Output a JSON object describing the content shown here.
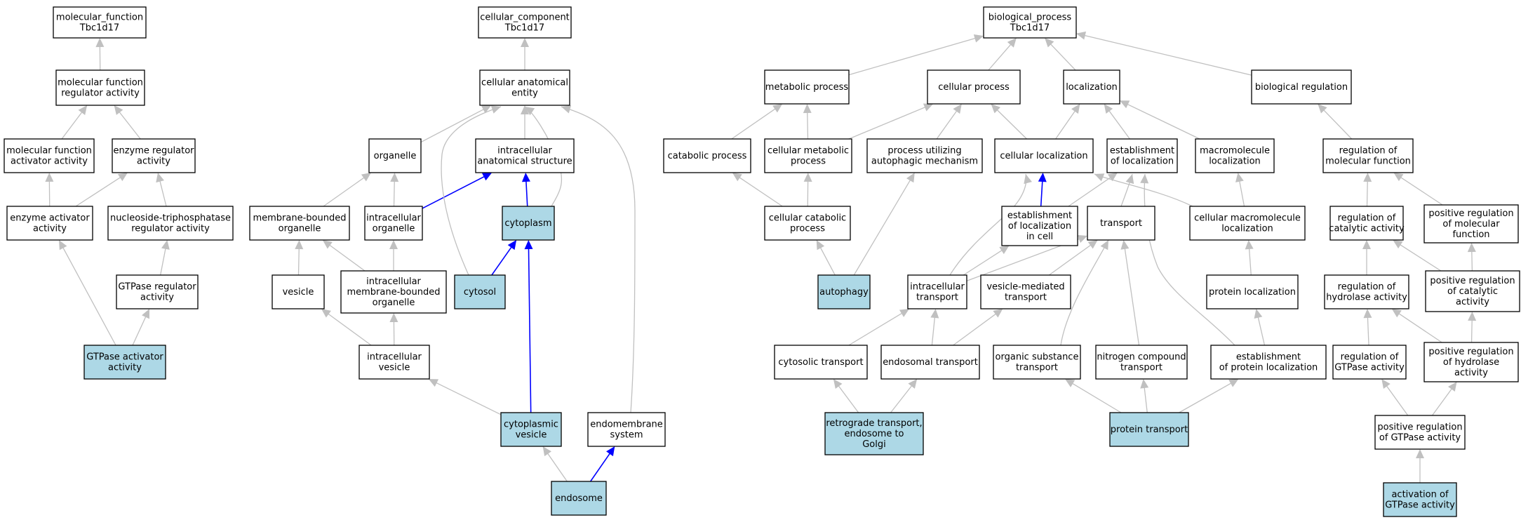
{
  "colors": {
    "background": "#ffffff",
    "node_fill": "#ffffff",
    "highlight_fill": "#add8e6",
    "node_border": "#000000",
    "edge_gray": "#c0c0c0",
    "edge_blue": "#0000ff"
  },
  "nodes": [
    {
      "id": "mf_root",
      "lines": [
        "molecular_function",
        "Tbc1d17"
      ],
      "highlight": false
    },
    {
      "id": "mf_reg",
      "lines": [
        "molecular function",
        "regulator activity"
      ],
      "highlight": false
    },
    {
      "id": "mf_act",
      "lines": [
        "molecular function",
        "activator activity"
      ],
      "highlight": false
    },
    {
      "id": "enz_reg",
      "lines": [
        "enzyme regulator",
        "activity"
      ],
      "highlight": false
    },
    {
      "id": "enz_act",
      "lines": [
        "enzyme activator",
        "activity"
      ],
      "highlight": false
    },
    {
      "id": "ntp_reg",
      "lines": [
        "nucleoside-triphosphatase",
        "regulator activity"
      ],
      "highlight": false
    },
    {
      "id": "gtp_reg",
      "lines": [
        "GTPase regulator",
        "activity"
      ],
      "highlight": false
    },
    {
      "id": "gtp_act",
      "lines": [
        "GTPase activator",
        "activity"
      ],
      "highlight": true
    },
    {
      "id": "cc_root",
      "lines": [
        "cellular_component",
        "Tbc1d17"
      ],
      "highlight": false
    },
    {
      "id": "cae",
      "lines": [
        "cellular anatomical",
        "entity"
      ],
      "highlight": false
    },
    {
      "id": "organelle",
      "lines": [
        "organelle"
      ],
      "highlight": false
    },
    {
      "id": "ias",
      "lines": [
        "intracellular",
        "anatomical structure"
      ],
      "highlight": false
    },
    {
      "id": "mbo",
      "lines": [
        "membrane-bounded",
        "organelle"
      ],
      "highlight": false
    },
    {
      "id": "io",
      "lines": [
        "intracellular",
        "organelle"
      ],
      "highlight": false
    },
    {
      "id": "cytoplasm",
      "lines": [
        "cytoplasm"
      ],
      "highlight": true
    },
    {
      "id": "vesicle",
      "lines": [
        "vesicle"
      ],
      "highlight": false
    },
    {
      "id": "imbo",
      "lines": [
        "intracellular",
        "membrane-bounded",
        "organelle"
      ],
      "highlight": false
    },
    {
      "id": "cytosol",
      "lines": [
        "cytosol"
      ],
      "highlight": true
    },
    {
      "id": "iv",
      "lines": [
        "intracellular",
        "vesicle"
      ],
      "highlight": false
    },
    {
      "id": "cv",
      "lines": [
        "cytoplasmic",
        "vesicle"
      ],
      "highlight": true
    },
    {
      "id": "ems",
      "lines": [
        "endomembrane",
        "system"
      ],
      "highlight": false
    },
    {
      "id": "endosome",
      "lines": [
        "endosome"
      ],
      "highlight": true
    },
    {
      "id": "bp_root",
      "lines": [
        "biological_process",
        "Tbc1d17"
      ],
      "highlight": false
    },
    {
      "id": "metab",
      "lines": [
        "metabolic process"
      ],
      "highlight": false
    },
    {
      "id": "cellproc",
      "lines": [
        "cellular process"
      ],
      "highlight": false
    },
    {
      "id": "local",
      "lines": [
        "localization"
      ],
      "highlight": false
    },
    {
      "id": "bioreg",
      "lines": [
        "biological regulation"
      ],
      "highlight": false
    },
    {
      "id": "catab",
      "lines": [
        "catabolic process"
      ],
      "highlight": false
    },
    {
      "id": "cmetab",
      "lines": [
        "cellular metabolic",
        "process"
      ],
      "highlight": false
    },
    {
      "id": "autoph_mech",
      "lines": [
        "process utilizing",
        "autophagic mechanism"
      ],
      "highlight": false
    },
    {
      "id": "cloc",
      "lines": [
        "cellular localization"
      ],
      "highlight": false
    },
    {
      "id": "estloc",
      "lines": [
        "establishment",
        "of localization"
      ],
      "highlight": false
    },
    {
      "id": "macroloc",
      "lines": [
        "macromolecule",
        "localization"
      ],
      "highlight": false
    },
    {
      "id": "regmf",
      "lines": [
        "regulation of",
        "molecular function"
      ],
      "highlight": false
    },
    {
      "id": "ccatab",
      "lines": [
        "cellular catabolic",
        "process"
      ],
      "highlight": false
    },
    {
      "id": "estloccell",
      "lines": [
        "establishment",
        "of localization",
        "in cell"
      ],
      "highlight": false
    },
    {
      "id": "transport",
      "lines": [
        "transport"
      ],
      "highlight": false
    },
    {
      "id": "cmacroloc",
      "lines": [
        "cellular macromolecule",
        "localization"
      ],
      "highlight": false
    },
    {
      "id": "regcat",
      "lines": [
        "regulation of",
        "catalytic activity"
      ],
      "highlight": false
    },
    {
      "id": "posregmf",
      "lines": [
        "positive regulation",
        "of molecular",
        "function"
      ],
      "highlight": false
    },
    {
      "id": "autophagy",
      "lines": [
        "autophagy"
      ],
      "highlight": true
    },
    {
      "id": "ictrans",
      "lines": [
        "intracellular",
        "transport"
      ],
      "highlight": false
    },
    {
      "id": "vesmed",
      "lines": [
        "vesicle-mediated",
        "transport"
      ],
      "highlight": false
    },
    {
      "id": "protloc",
      "lines": [
        "protein localization"
      ],
      "highlight": false
    },
    {
      "id": "reghyd",
      "lines": [
        "regulation of",
        "hydrolase activity"
      ],
      "highlight": false
    },
    {
      "id": "posregcat",
      "lines": [
        "positive regulation",
        "of catalytic",
        "activity"
      ],
      "highlight": false
    },
    {
      "id": "cytotrans",
      "lines": [
        "cytosolic transport"
      ],
      "highlight": false
    },
    {
      "id": "endotrans",
      "lines": [
        "endosomal transport"
      ],
      "highlight": false
    },
    {
      "id": "orgsub",
      "lines": [
        "organic substance",
        "transport"
      ],
      "highlight": false
    },
    {
      "id": "nitro",
      "lines": [
        "nitrogen compound",
        "transport"
      ],
      "highlight": false
    },
    {
      "id": "estprot",
      "lines": [
        "establishment",
        "of protein localization"
      ],
      "highlight": false
    },
    {
      "id": "reggtp",
      "lines": [
        "regulation of",
        "GTPase activity"
      ],
      "highlight": false
    },
    {
      "id": "posreghyd",
      "lines": [
        "positive regulation",
        "of hydrolase",
        "activity"
      ],
      "highlight": false
    },
    {
      "id": "retro",
      "lines": [
        "retrograde transport,",
        "endosome to",
        "Golgi"
      ],
      "highlight": true
    },
    {
      "id": "prottrans",
      "lines": [
        "protein transport"
      ],
      "highlight": true
    },
    {
      "id": "posreggtp",
      "lines": [
        "positive regulation",
        "of GTPase activity"
      ],
      "highlight": false
    },
    {
      "id": "actgtp",
      "lines": [
        "activation of",
        "GTPase activity"
      ],
      "highlight": true
    }
  ],
  "edges": [
    {
      "from": "mf_reg",
      "to": "mf_root",
      "blue": false
    },
    {
      "from": "mf_act",
      "to": "mf_reg",
      "blue": false
    },
    {
      "from": "enz_reg",
      "to": "mf_reg",
      "blue": false
    },
    {
      "from": "enz_act",
      "to": "mf_act",
      "blue": false
    },
    {
      "from": "enz_act",
      "to": "enz_reg",
      "blue": false
    },
    {
      "from": "ntp_reg",
      "to": "enz_reg",
      "blue": false
    },
    {
      "from": "gtp_reg",
      "to": "ntp_reg",
      "blue": false
    },
    {
      "from": "gtp_act",
      "to": "enz_act",
      "blue": false
    },
    {
      "from": "gtp_act",
      "to": "gtp_reg",
      "blue": false
    },
    {
      "from": "cae",
      "to": "cc_root",
      "blue": false
    },
    {
      "from": "organelle",
      "to": "cae",
      "blue": false
    },
    {
      "from": "ias",
      "to": "cae",
      "blue": false
    },
    {
      "from": "mbo",
      "to": "organelle",
      "blue": false
    },
    {
      "from": "io",
      "to": "organelle",
      "blue": false
    },
    {
      "from": "io",
      "to": "ias",
      "blue": true
    },
    {
      "from": "cytoplasm",
      "to": "ias",
      "blue": true
    },
    {
      "from": "cytoplasm",
      "to": "cae",
      "blue": false
    },
    {
      "from": "vesicle",
      "to": "mbo",
      "blue": false
    },
    {
      "from": "imbo",
      "to": "mbo",
      "blue": false
    },
    {
      "from": "imbo",
      "to": "io",
      "blue": false
    },
    {
      "from": "cytosol",
      "to": "cytoplasm",
      "blue": true
    },
    {
      "from": "cytosol",
      "to": "cae",
      "blue": false
    },
    {
      "from": "iv",
      "to": "vesicle",
      "blue": false
    },
    {
      "from": "iv",
      "to": "imbo",
      "blue": false
    },
    {
      "from": "cv",
      "to": "iv",
      "blue": false
    },
    {
      "from": "cv",
      "to": "cytoplasm",
      "blue": true
    },
    {
      "from": "ems",
      "to": "cae",
      "blue": false
    },
    {
      "from": "endosome",
      "to": "cv",
      "blue": false
    },
    {
      "from": "endosome",
      "to": "ems",
      "blue": true
    },
    {
      "from": "metab",
      "to": "bp_root",
      "blue": false
    },
    {
      "from": "cellproc",
      "to": "bp_root",
      "blue": false
    },
    {
      "from": "local",
      "to": "bp_root",
      "blue": false
    },
    {
      "from": "bioreg",
      "to": "bp_root",
      "blue": false
    },
    {
      "from": "catab",
      "to": "metab",
      "blue": false
    },
    {
      "from": "cmetab",
      "to": "metab",
      "blue": false
    },
    {
      "from": "cmetab",
      "to": "cellproc",
      "blue": false
    },
    {
      "from": "autoph_mech",
      "to": "cellproc",
      "blue": false
    },
    {
      "from": "cloc",
      "to": "cellproc",
      "blue": false
    },
    {
      "from": "cloc",
      "to": "local",
      "blue": false
    },
    {
      "from": "estloc",
      "to": "local",
      "blue": false
    },
    {
      "from": "macroloc",
      "to": "local",
      "blue": false
    },
    {
      "from": "regmf",
      "to": "bioreg",
      "blue": false
    },
    {
      "from": "ccatab",
      "to": "catab",
      "blue": false
    },
    {
      "from": "ccatab",
      "to": "cmetab",
      "blue": false
    },
    {
      "from": "estloccell",
      "to": "cloc",
      "blue": true
    },
    {
      "from": "estloccell",
      "to": "estloc",
      "blue": false
    },
    {
      "from": "transport",
      "to": "estloc",
      "blue": false
    },
    {
      "from": "cmacroloc",
      "to": "cloc",
      "blue": false
    },
    {
      "from": "cmacroloc",
      "to": "macroloc",
      "blue": false
    },
    {
      "from": "regcat",
      "to": "regmf",
      "blue": false
    },
    {
      "from": "posregmf",
      "to": "regmf",
      "blue": false
    },
    {
      "from": "autophagy",
      "to": "ccatab",
      "blue": false
    },
    {
      "from": "autophagy",
      "to": "autoph_mech",
      "blue": false
    },
    {
      "from": "ictrans",
      "to": "cloc",
      "blue": false
    },
    {
      "from": "ictrans",
      "to": "estloccell",
      "blue": false
    },
    {
      "from": "ictrans",
      "to": "transport",
      "blue": false
    },
    {
      "from": "vesmed",
      "to": "transport",
      "blue": false
    },
    {
      "from": "protloc",
      "to": "cmacroloc",
      "blue": false
    },
    {
      "from": "reghyd",
      "to": "regcat",
      "blue": false
    },
    {
      "from": "posregcat",
      "to": "regcat",
      "blue": false
    },
    {
      "from": "posregcat",
      "to": "posregmf",
      "blue": false
    },
    {
      "from": "cytotrans",
      "to": "ictrans",
      "blue": false
    },
    {
      "from": "endotrans",
      "to": "ictrans",
      "blue": false
    },
    {
      "from": "endotrans",
      "to": "vesmed",
      "blue": false
    },
    {
      "from": "orgsub",
      "to": "transport",
      "blue": false
    },
    {
      "from": "nitro",
      "to": "transport",
      "blue": false
    },
    {
      "from": "estprot",
      "to": "estloc",
      "blue": false
    },
    {
      "from": "estprot",
      "to": "protloc",
      "blue": false
    },
    {
      "from": "reggtp",
      "to": "reghyd",
      "blue": false
    },
    {
      "from": "posreghyd",
      "to": "reghyd",
      "blue": false
    },
    {
      "from": "posreghyd",
      "to": "posregcat",
      "blue": false
    },
    {
      "from": "retro",
      "to": "cytotrans",
      "blue": false
    },
    {
      "from": "retro",
      "to": "endotrans",
      "blue": false
    },
    {
      "from": "prottrans",
      "to": "orgsub",
      "blue": false
    },
    {
      "from": "prottrans",
      "to": "nitro",
      "blue": false
    },
    {
      "from": "prottrans",
      "to": "estprot",
      "blue": false
    },
    {
      "from": "posreggtp",
      "to": "reggtp",
      "blue": false
    },
    {
      "from": "posreggtp",
      "to": "posreghyd",
      "blue": false
    },
    {
      "from": "actgtp",
      "to": "posreggtp",
      "blue": false
    }
  ]
}
